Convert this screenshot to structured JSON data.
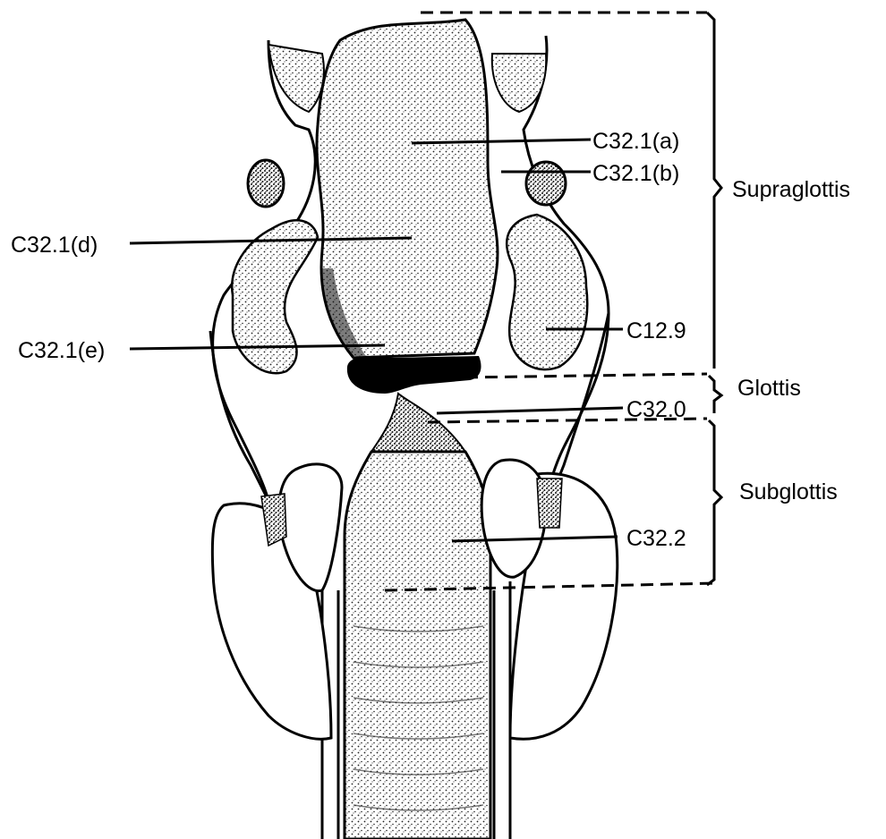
{
  "diagram": {
    "codes": {
      "c321a": "C32.1(a)",
      "c321b": "C32.1(b)",
      "c321d": "C32.1(d)",
      "c321e": "C32.1(e)",
      "c129": "C12.9",
      "c320": "C32.0",
      "c322": "C32.2"
    },
    "regions": {
      "supraglottis": "Supraglottis",
      "glottis": "Glottis",
      "subglottis": "Subglottis"
    }
  }
}
